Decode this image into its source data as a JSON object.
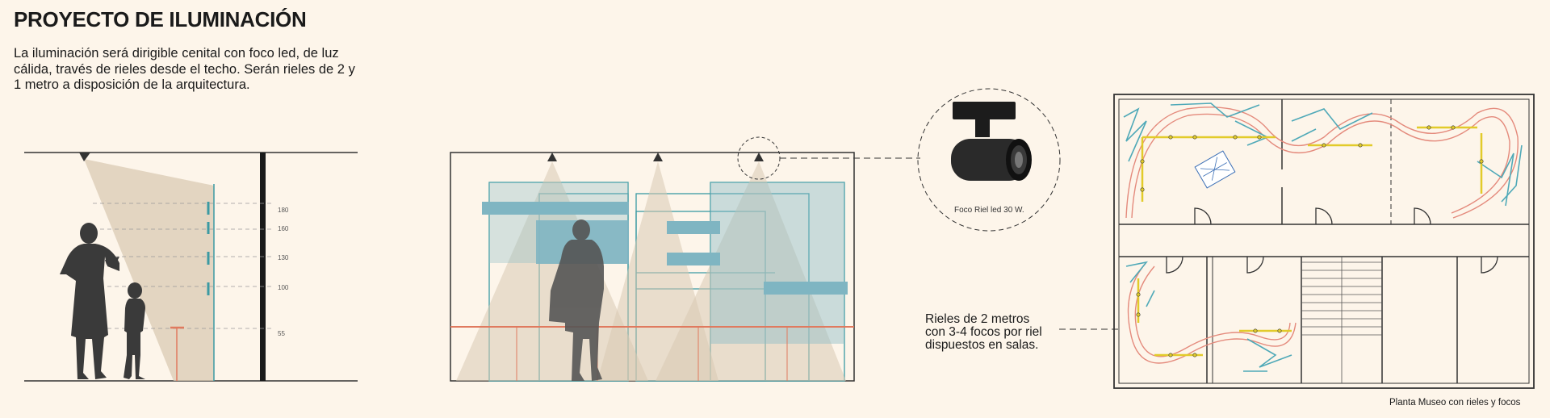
{
  "header": {
    "title": "PROYECTO DE ILUMINACIÓN",
    "description": "La iluminación será dirigible cenital con foco led, de luz cálida, través de rieles desde el techo. Serán rieles de 2 y 1 metro a disposición de la arquitectura."
  },
  "section_view": {
    "height_marks": [
      "180",
      "160",
      "130",
      "100",
      "55"
    ]
  },
  "spotlight": {
    "caption": "Foco Riel led 30 W."
  },
  "rails_note": {
    "lines": [
      "Rieles de 2 metros",
      "con 3-4 focos por riel",
      "dispuestos en salas."
    ]
  },
  "floor_plan": {
    "caption": "Planta Museo con rieles y focos"
  },
  "colors": {
    "background": "#fdf5ea",
    "cone": "#d9c9b3",
    "panel": "#7fb5c2",
    "teal_line": "#3b9aa3",
    "rail": "#e2cb2a",
    "path": "#e48a7c",
    "wall": "#333333"
  }
}
